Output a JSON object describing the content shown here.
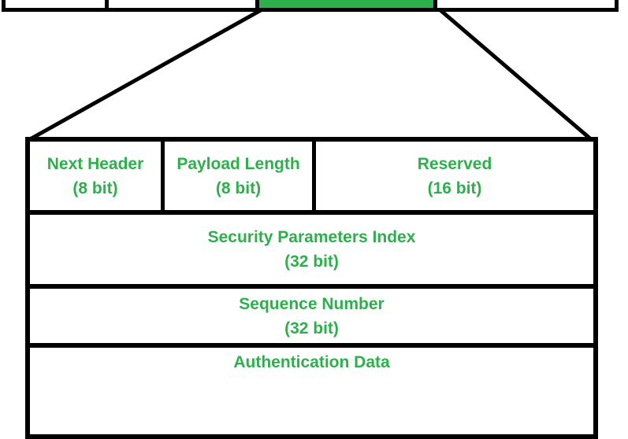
{
  "colors": {
    "highlight_green": "#2db04b",
    "text_green": "#2db04b",
    "line_black": "#000000",
    "background": "#ffffff"
  },
  "packet_strip": {
    "cells": [
      {
        "fill": "white"
      },
      {
        "fill": "white"
      },
      {
        "fill": "green"
      },
      {
        "fill": "white"
      }
    ]
  },
  "table": {
    "rows": [
      {
        "cells": [
          {
            "name": "Next Header",
            "size": "(8 bit)"
          },
          {
            "name": "Payload Length",
            "size": "(8 bit)"
          },
          {
            "name": "Reserved",
            "size": "(16 bit)"
          }
        ]
      },
      {
        "cells": [
          {
            "name": "Security Parameters Index",
            "size": "(32 bit)"
          }
        ]
      },
      {
        "cells": [
          {
            "name": "Sequence Number",
            "size": "(32 bit)"
          }
        ]
      },
      {
        "cells": [
          {
            "name": "Authentication Data",
            "size": ""
          }
        ]
      }
    ]
  }
}
